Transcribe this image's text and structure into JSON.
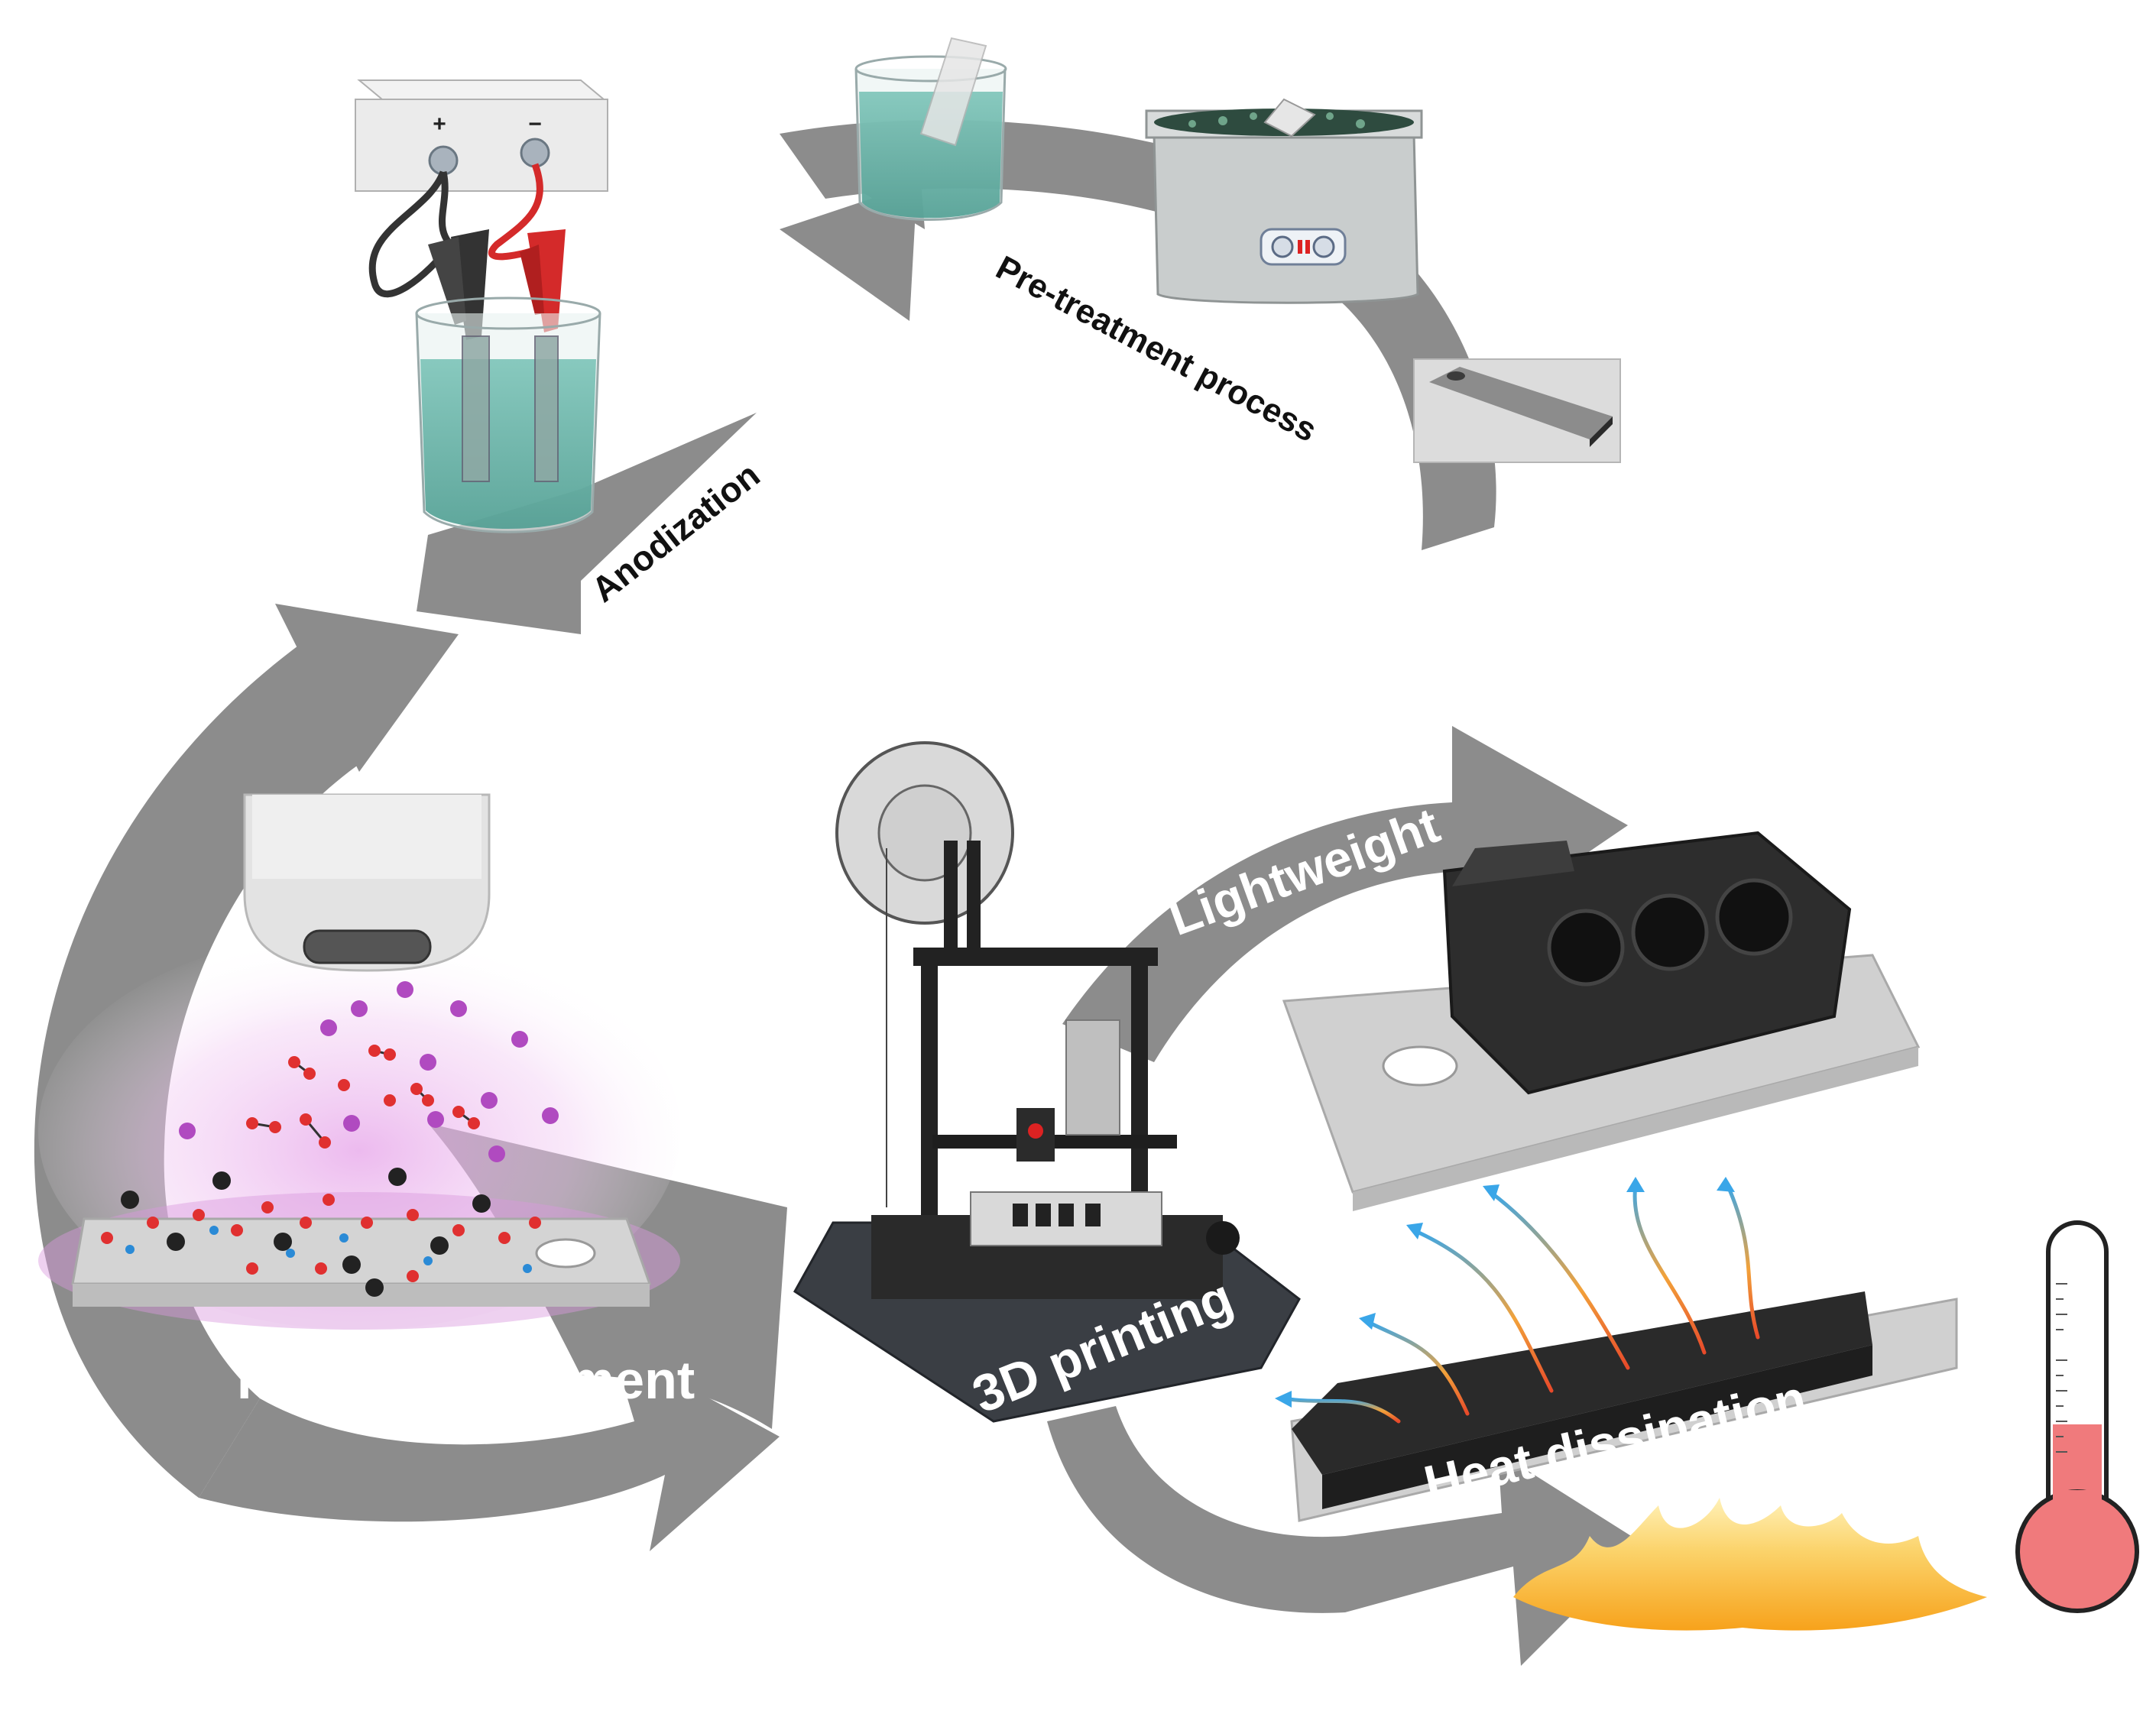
{
  "labels": {
    "pretreatment": "Pre-treatment process",
    "anodization": "Anodization",
    "plasma": "Plasma Treatment",
    "printing": "3D printing",
    "lightweight": "Lightweight",
    "heat": "Heat dissipation"
  },
  "power_supply": {
    "plus": "+",
    "minus": "−"
  },
  "colors": {
    "arrow": "#8c8c8c",
    "liquid": "#5fb3a6",
    "plasma_glow": "#cf7ad6",
    "thermometer_fill": "#f07a7c",
    "heat_block": "#2a2a2a",
    "clip_red": "#d42a2a",
    "clip_black": "#333333"
  },
  "thermometer": {
    "fill_fraction": 0.45
  }
}
